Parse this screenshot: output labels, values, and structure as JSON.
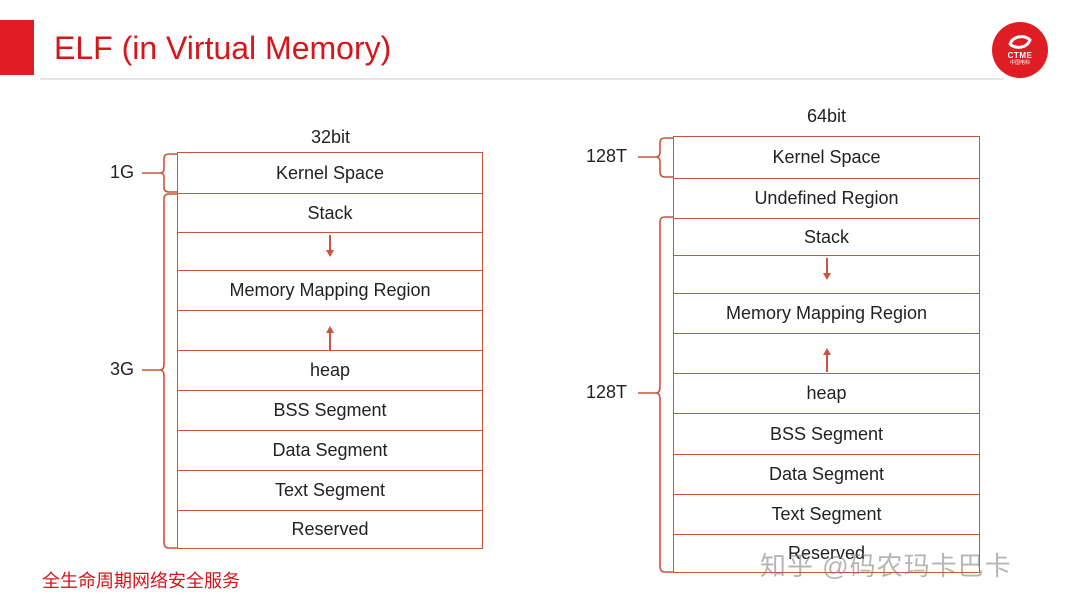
{
  "slide": {
    "title": "ELF (in Virtual Memory)",
    "footer": "全生命周期网络安全服务",
    "watermark": "知乎 @码农玛卡巴卡",
    "logo_text": "CTME",
    "logo_subtext": "中国电科"
  },
  "left_column": {
    "heading": "32bit",
    "brace_labels": [
      "1G",
      "3G"
    ],
    "cells": [
      "Kernel Space",
      "Stack",
      "",
      "Memory Mapping Region",
      "",
      "heap",
      "BSS Segment",
      "Data Segment",
      "Text Segment",
      "Reserved"
    ]
  },
  "right_column": {
    "heading": "64bit",
    "brace_labels": [
      "128T",
      "128T"
    ],
    "cells": [
      "Kernel Space",
      "Undefined Region",
      "Stack",
      "",
      "Memory Mapping Region",
      "",
      "heap",
      "BSS Segment",
      "Data Segment",
      "Text Segment",
      "Reserved"
    ]
  },
  "colors": {
    "accent": "#d9141b",
    "border": "#c8553d"
  }
}
